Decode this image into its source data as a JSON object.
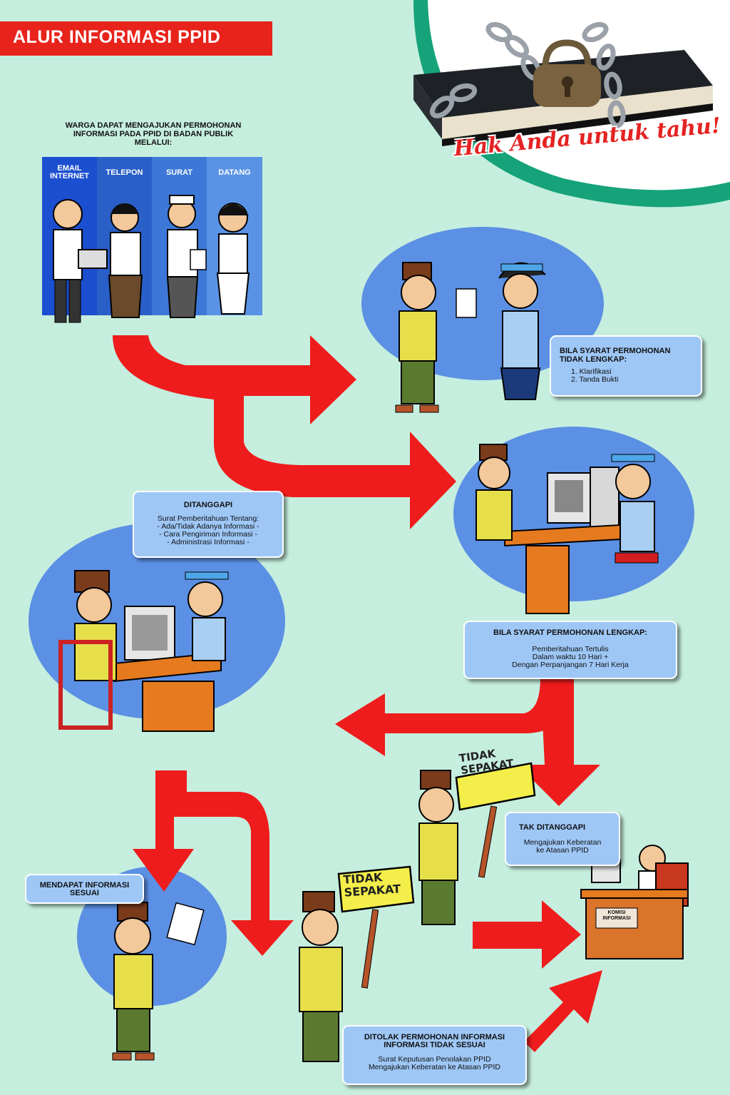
{
  "title": "ALUR INFORMASI PPID",
  "tagline": "Hak Anda untuk tahu!",
  "intro": {
    "lines": [
      "WARGA DAPAT MENGAJUKAN PERMOHONAN",
      "INFORMASI PADA PPID DI BADAN PUBLIK",
      "MELALUI:"
    ]
  },
  "channels": [
    {
      "label_lines": [
        "EMAIL",
        "INTERNET"
      ],
      "color": "#1c4fd0"
    },
    {
      "label_lines": [
        "TELEPON"
      ],
      "color": "#2a5fc8"
    },
    {
      "label_lines": [
        "SURAT"
      ],
      "color": "#3d78d8"
    },
    {
      "label_lines": [
        "DATANG"
      ],
      "color": "#5a93e6"
    }
  ],
  "boxes": {
    "incomplete": {
      "heading_lines": [
        "BILA SYARAT PERMOHONAN",
        "TIDAK LENGKAP:"
      ],
      "items": [
        "1. Klarifikasi",
        "2. Tanda Bukti"
      ]
    },
    "responded": {
      "heading": "DITANGGAPI",
      "lines": [
        "Surat Pemberitahuan Tentang:",
        "- Ada/Tidak Adanya Informasi -",
        "- Cara Pengiriman Informasi -",
        "- Administrasi Informasi -"
      ]
    },
    "complete": {
      "heading": "BILA SYARAT PERMOHONAN LENGKAP:",
      "lines": [
        "Pemberitahuan Tertulis",
        "Dalam waktu 10 Hari +",
        "Dengan Perpanjangan 7 Hari Kerja"
      ]
    },
    "not_responded": {
      "heading": "TAK DITANGGAPI",
      "lines": [
        "Mengajukan Keberatan",
        "ke Atasan PPID"
      ]
    },
    "got_info": {
      "heading_lines": [
        "MENDAPAT INFORMASI",
        "SESUAI"
      ]
    },
    "rejected": {
      "heading_lines": [
        "DITOLAK PERMOHONAN INFORMASI",
        "INFORMASI TIDAK SESUAI"
      ],
      "lines": [
        "Surat Keputusan Penolakan PPID",
        "Mengajukan Keberatan ke Atasan PPID"
      ]
    }
  },
  "signs": {
    "sign1": [
      "TIDAK",
      "SEPAKAT"
    ],
    "sign2": [
      "TIDAK",
      "SEPAKAT"
    ]
  },
  "desk_label": [
    "KOMISI",
    "INFORMASI"
  ],
  "colors": {
    "background": "#c6eede",
    "title_bg": "#e8231b",
    "arrow": "#ee1c1c",
    "ellipse": "#5b90e4",
    "box": "#9ec7f6",
    "tagline": "#e52222",
    "green_arc": "#16a37a"
  }
}
